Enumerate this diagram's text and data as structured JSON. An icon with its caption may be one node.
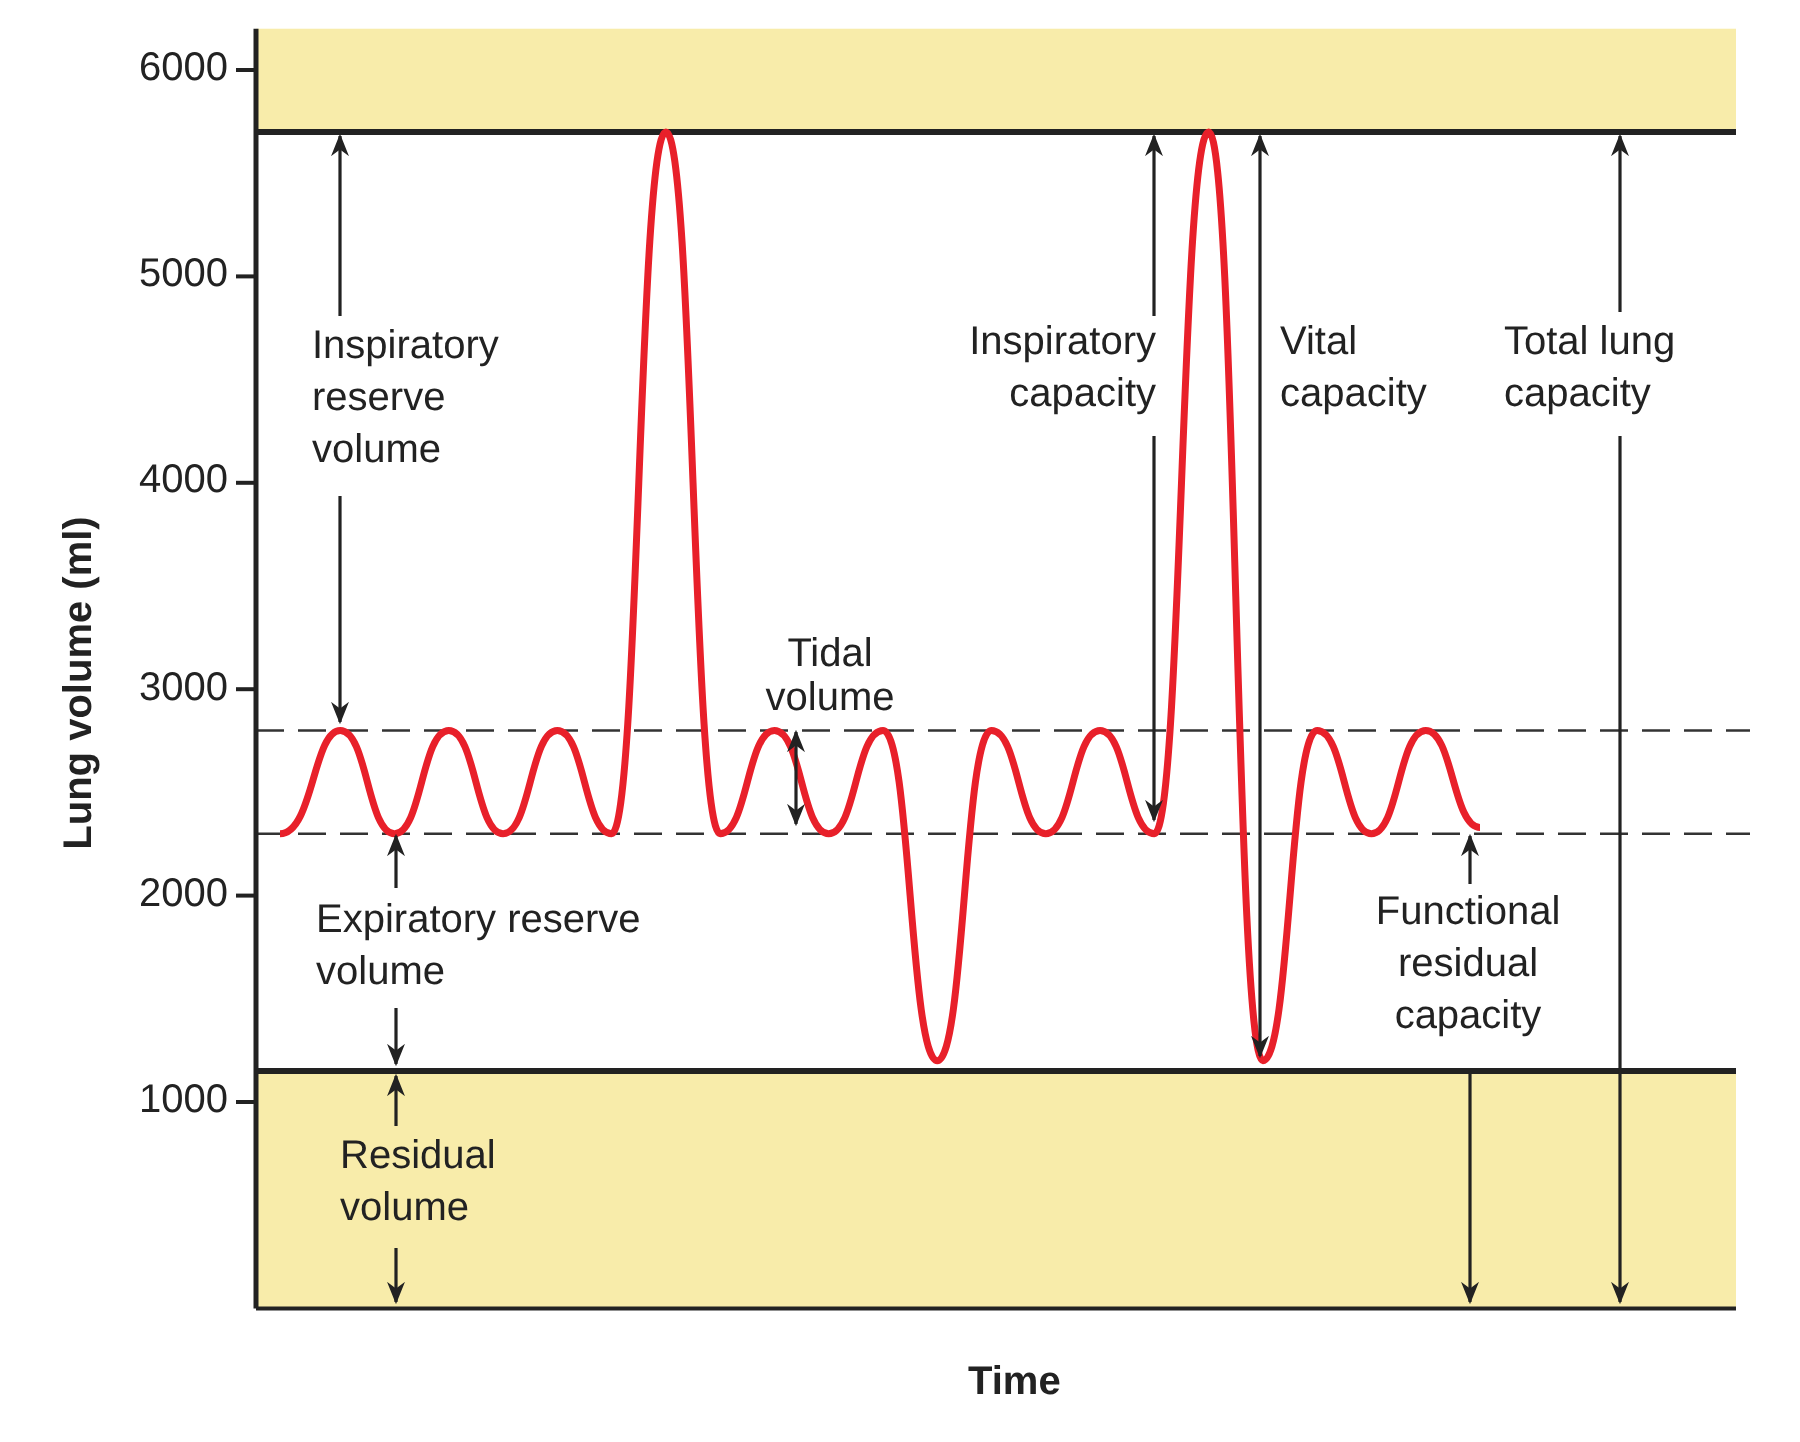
{
  "diagram": {
    "labels": [
      "6000",
      "5000",
      "Inspiratory reserve volume",
      "Inspiratory capacity",
      "Vital capacity",
      "Total lung capacity",
      "4000",
      "Lung volume (ml)",
      "Tidal volume",
      "3000",
      "Expiratory reserve volume",
      "Functional residual capacity",
      "2000",
      "1000",
      "Residual volume",
      "Time"
    ]
  }
}
